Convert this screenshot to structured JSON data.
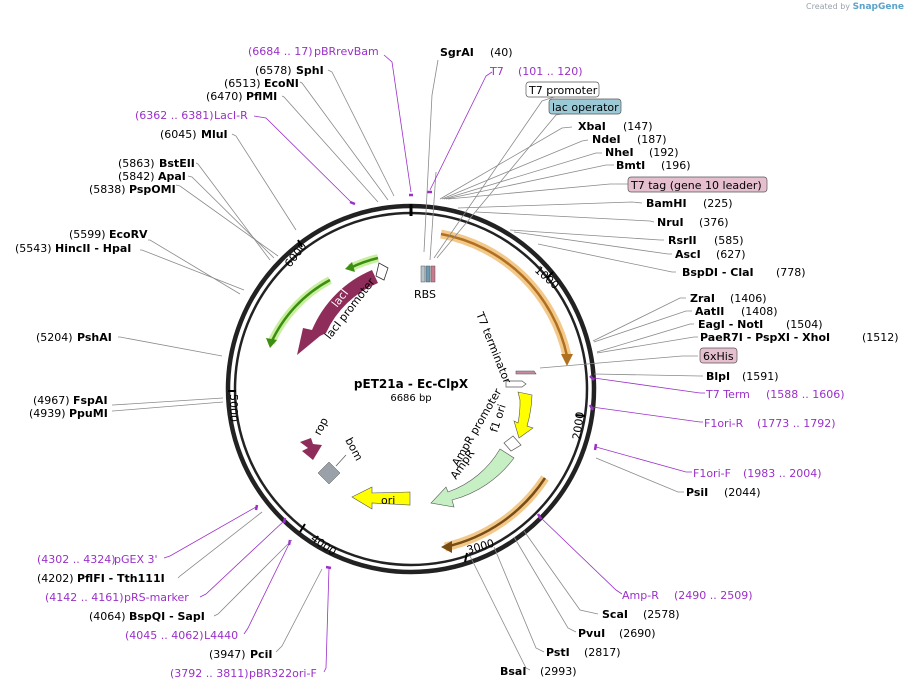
{
  "credit": {
    "prefix": "Created by",
    "brand": "SnapGene"
  },
  "plasmid": {
    "name": "pET21a - Ec-ClpX",
    "size": "6686 bp",
    "length": 6686
  },
  "ticks": [
    "1000",
    "2000",
    "3000",
    "4000",
    "5000",
    "6000"
  ],
  "sites": [
    {
      "name": "SgrAI",
      "pos": "(40)"
    },
    {
      "name": "XbaI",
      "pos": "(147)"
    },
    {
      "name": "NdeI",
      "pos": "(187)"
    },
    {
      "name": "NheI",
      "pos": "(192)"
    },
    {
      "name": "BmtI",
      "pos": "(196)"
    },
    {
      "name": "BamHI",
      "pos": "(225)"
    },
    {
      "name": "NruI",
      "pos": "(376)"
    },
    {
      "name": "RsrII",
      "pos": "(585)"
    },
    {
      "name": "AscI",
      "pos": "(627)"
    },
    {
      "name": "BspDI - ClaI",
      "pos": "(778)"
    },
    {
      "name": "ZraI",
      "pos": "(1406)"
    },
    {
      "name": "AatII",
      "pos": "(1408)"
    },
    {
      "name": "EagI - NotI",
      "pos": "(1504)"
    },
    {
      "name": "PaeR7I - PspXI - XhoI",
      "pos": "(1512)"
    },
    {
      "name": "BlpI",
      "pos": "(1591)"
    },
    {
      "name": "PsiI",
      "pos": "(2044)"
    },
    {
      "name": "ScaI",
      "pos": "(2578)"
    },
    {
      "name": "PvuI",
      "pos": "(2690)"
    },
    {
      "name": "PstI",
      "pos": "(2817)"
    },
    {
      "name": "BsaI",
      "pos": "(2993)"
    },
    {
      "name": "PciI",
      "pos": "(3947)"
    },
    {
      "name": "BspQI - SapI",
      "pos": "(4064)"
    },
    {
      "name": "PflFI - Tth111I",
      "pos": "(4202)"
    },
    {
      "name": "FspAI",
      "pos": "(4967)"
    },
    {
      "name": "PpuMI",
      "pos": "(4939)"
    },
    {
      "name": "PshAI",
      "pos": "(5204)"
    },
    {
      "name": "HincII - HpaI",
      "pos": "(5543)"
    },
    {
      "name": "EcoRV",
      "pos": "(5599)"
    },
    {
      "name": "PspOMI",
      "pos": "(5838)"
    },
    {
      "name": "ApaI",
      "pos": "(5842)"
    },
    {
      "name": "BstEII",
      "pos": "(5863)"
    },
    {
      "name": "MluI",
      "pos": "(6045)"
    },
    {
      "name": "PflMI",
      "pos": "(6470)"
    },
    {
      "name": "EcoNI",
      "pos": "(6513)"
    },
    {
      "name": "SphI",
      "pos": "(6578)"
    }
  ],
  "primers": [
    {
      "name": "pBRrevBam",
      "range": "(6684 .. 17)"
    },
    {
      "name": "T7",
      "range": "(101 .. 120)"
    },
    {
      "name": "LacI-R",
      "range": "(6362 .. 6381)"
    },
    {
      "name": "T7 Term",
      "range": "(1588 .. 1606)"
    },
    {
      "name": "F1ori-R",
      "range": "(1773 .. 1792)"
    },
    {
      "name": "F1ori-F",
      "range": "(1983 .. 2004)"
    },
    {
      "name": "Amp-R",
      "range": "(2490 .. 2509)"
    },
    {
      "name": "pGEX 3'",
      "range": "(4302 .. 4324)"
    },
    {
      "name": "pRS-marker",
      "range": "(4142 .. 4161)"
    },
    {
      "name": "L4440",
      "range": "(4045 .. 4062)"
    },
    {
      "name": "pBR322ori-F",
      "range": "(3792 .. 3811)"
    }
  ],
  "boxed_features": [
    {
      "name": "T7 promoter",
      "color": "#ffffff"
    },
    {
      "name": "lac operator",
      "color": "#9cc9d6"
    },
    {
      "name": "T7 tag (gene 10 leader)",
      "color": "#e6bfcf"
    },
    {
      "name": "6xHis",
      "color": "#e6bfcf"
    }
  ],
  "features": {
    "laci": "lacI",
    "laci_promoter": "lacI promoter",
    "rbs": "RBS",
    "t7_terminator": "T7 terminator",
    "ampr_promoter": "AmpR promoter",
    "f1_ori": "f1 ori",
    "ampr": "AmpR",
    "rop": "rop",
    "bom": "bom",
    "ori": "ori"
  },
  "colors": {
    "laci": "#8e2d5a",
    "promoter_green": "#5aa31e",
    "ori_yellow": "#ffff00",
    "ampr": "#c6f0c4",
    "orf_orange": "#e09a2e",
    "primer": "#9b30c9",
    "rop": "#8e2d5a",
    "bom": "#9aa1a8"
  }
}
